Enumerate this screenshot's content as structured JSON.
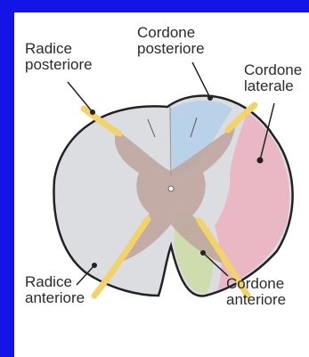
{
  "colors": {
    "frame": "#1414e6",
    "panel": "#ffffff",
    "white_matter": "#dcdde0",
    "outline": "#222222",
    "gray_matter": "#bfa7a0",
    "posterior_cord": "#b9d2ea",
    "lateral_cord": "#eab7c4",
    "anterior_cord": "#cfdcae",
    "nerve_root": "#f2d36b",
    "label_text": "#2b2b2b"
  },
  "labels": {
    "posterior_root": {
      "line1": "Radice",
      "line2": "posteriore"
    },
    "posterior_cord": {
      "line1": "Cordone",
      "line2": "posteriore"
    },
    "lateral_cord": {
      "line1": "Cordone",
      "line2": "laterale"
    },
    "anterior_root": {
      "line1": "Radice",
      "line2": "anteriore"
    },
    "anterior_cord": {
      "line1": "Cordone",
      "line2": "anteriore"
    }
  }
}
